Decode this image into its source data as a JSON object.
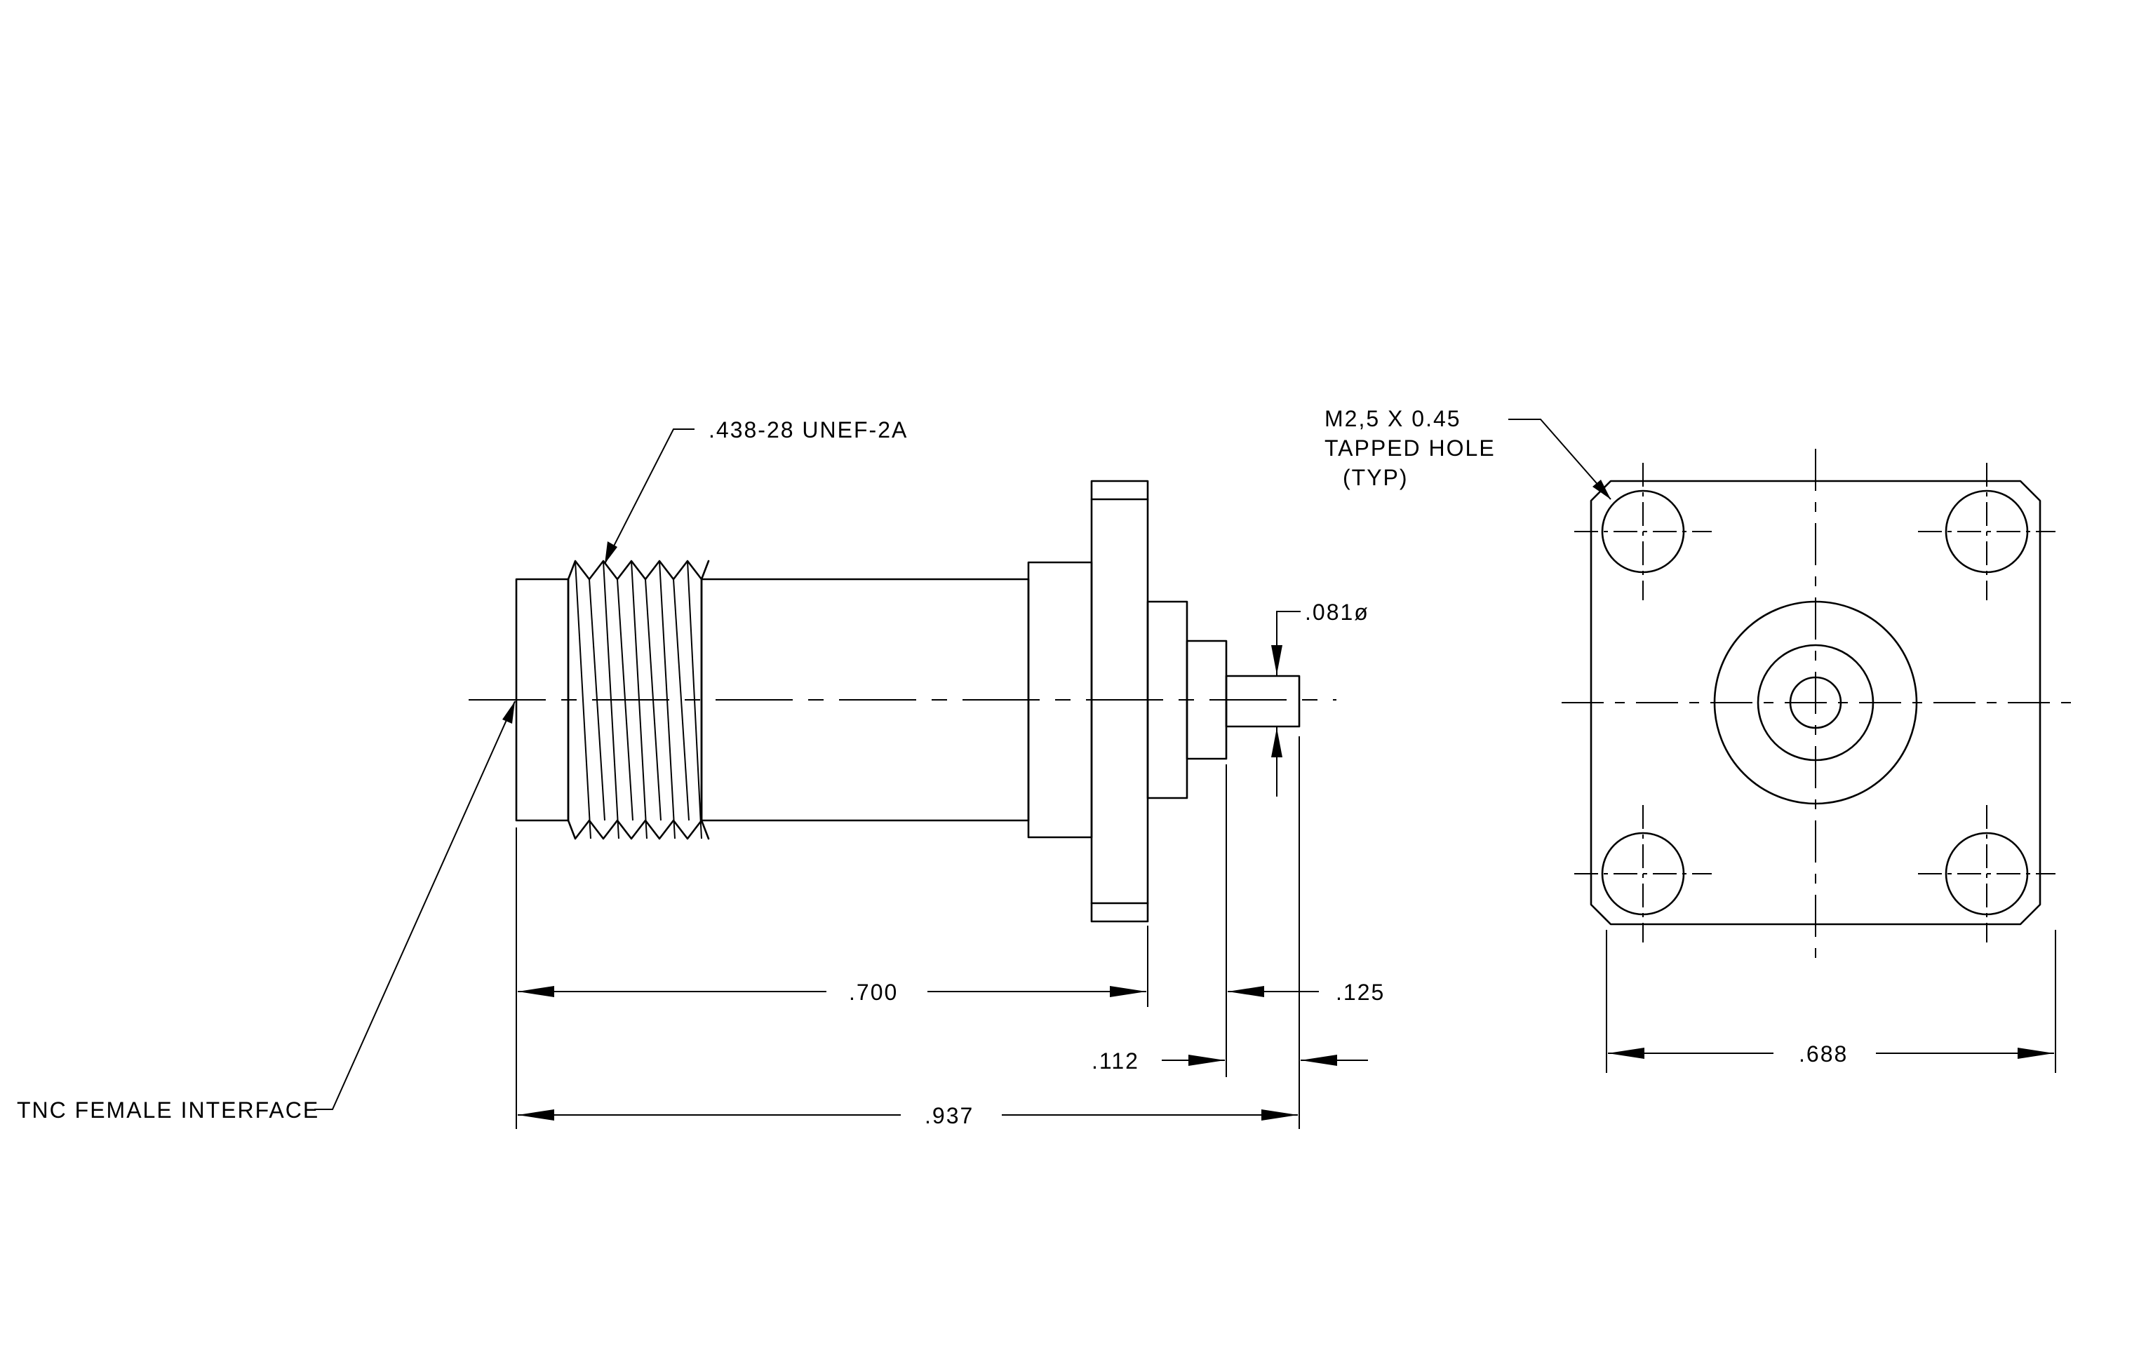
{
  "labels": {
    "thread": ".438-28 UNEF-2A",
    "interface": "TNC FEMALE INTERFACE",
    "pin_dia": ".081ø",
    "tapped_hole_line1": "M2,5 X 0.45",
    "tapped_hole_line2": "TAPPED HOLE",
    "tapped_hole_line3": "(TYP)"
  },
  "dimensions": {
    "flange_length": ".700",
    "pin_length": ".125",
    "step_length": ".112",
    "overall_length": ".937",
    "flange_width": ".688"
  }
}
